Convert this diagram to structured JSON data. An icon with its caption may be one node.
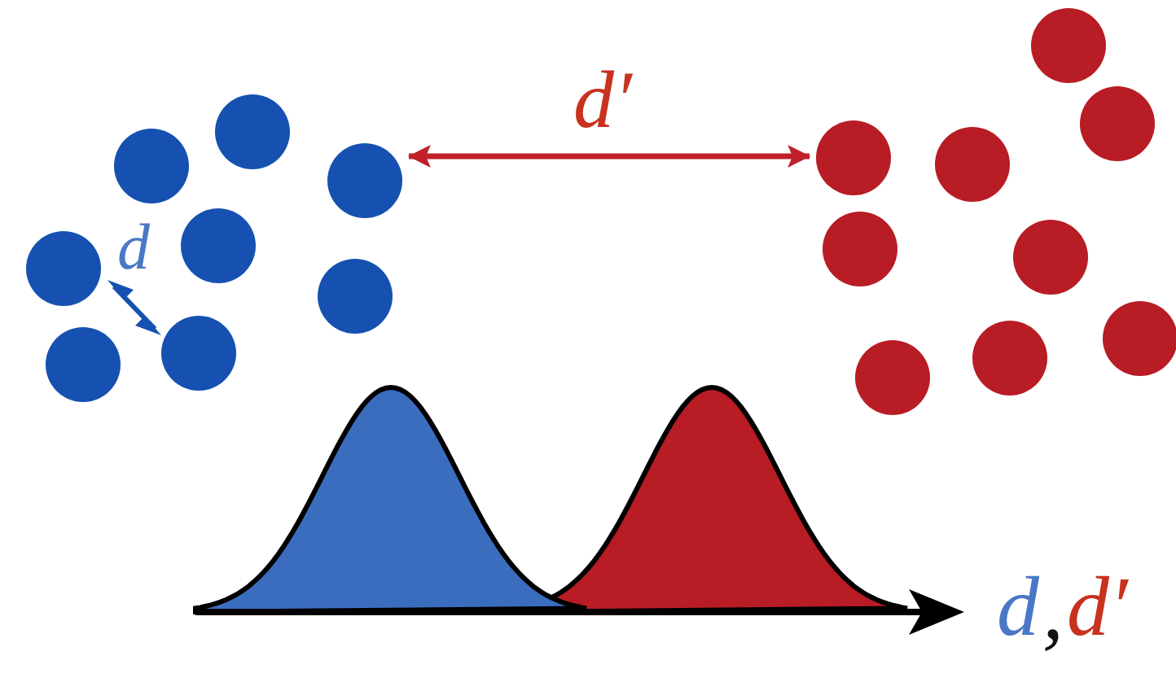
{
  "diagram": {
    "nodes": [
      {
        "text": [],
        "shape": "circle"
      },
      {
        "text": [],
        "shape": "circle"
      },
      {
        "text": [],
        "shape": "circle"
      },
      {
        "text": [],
        "shape": "circle"
      },
      {
        "text": [],
        "shape": "circle"
      },
      {
        "text": [],
        "shape": "circle"
      },
      {
        "text": [],
        "shape": "circle"
      },
      {
        "text": [],
        "shape": "circle"
      },
      {
        "text": [],
        "shape": "circle"
      },
      {
        "text": [],
        "shape": "circle"
      },
      {
        "text": [],
        "shape": "circle"
      },
      {
        "text": [],
        "shape": "circle"
      },
      {
        "text": [],
        "shape": "circle"
      },
      {
        "text": [],
        "shape": "circle"
      },
      {
        "text": [],
        "shape": "circle"
      },
      {
        "text": [],
        "shape": "circle"
      },
      {
        "text": [],
        "shape": "circle"
      }
    ],
    "edges": [
      {
        "from": 2,
        "to": 10,
        "arrow": "both",
        "label": "d′"
      }
    ],
    "labels": [
      "d",
      "d",
      ",",
      "d′"
    ]
  }
}
